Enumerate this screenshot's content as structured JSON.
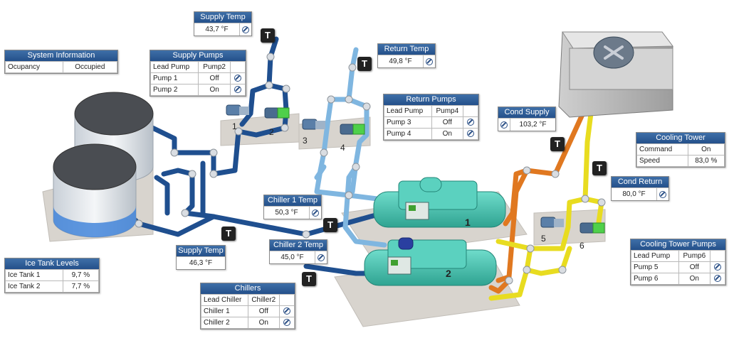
{
  "supply_temp_top": {
    "title": "Supply Temp",
    "value": "43,7 °F"
  },
  "return_temp": {
    "title": "Return Temp",
    "value": "49,8 °F"
  },
  "system_info": {
    "title": "System Information",
    "rows": [
      {
        "label": "Ocupancy",
        "value": "Occupied"
      }
    ]
  },
  "supply_pumps": {
    "title": "Supply Pumps",
    "lead_label": "Lead Pump",
    "lead_value": "Pump2",
    "rows": [
      {
        "label": "Pump 1",
        "value": "Off"
      },
      {
        "label": "Pump 2",
        "value": "On"
      }
    ]
  },
  "return_pumps": {
    "title": "Return Pumps",
    "lead_label": "Lead Pump",
    "lead_value": "Pump4",
    "rows": [
      {
        "label": "Pump 3",
        "value": "Off"
      },
      {
        "label": "Pump 4",
        "value": "On"
      }
    ]
  },
  "cond_supply": {
    "title": "Cond Supply",
    "value": "103,2 °F"
  },
  "cooling_tower": {
    "title": "Cooling Tower",
    "rows": [
      {
        "label": "Command",
        "value": "On"
      },
      {
        "label": "Speed",
        "value": "83,0 %"
      }
    ]
  },
  "cond_return": {
    "title": "Cond Return",
    "value": "80,0 °F"
  },
  "chiller1_temp": {
    "title": "Chiller 1 Temp",
    "value": "50,3 °F"
  },
  "chiller2_temp": {
    "title": "Chiller 2 Temp",
    "value": "45,0 °F"
  },
  "supply_temp_bottom": {
    "title": "Supply Temp",
    "value": "46,3 °F"
  },
  "ice_tank_levels": {
    "title": "Ice Tank Levels",
    "rows": [
      {
        "label": "Ice Tank 1",
        "value": "9,7 %"
      },
      {
        "label": "Ice Tank 2",
        "value": "7,7 %"
      }
    ]
  },
  "chillers": {
    "title": "Chillers",
    "lead_label": "Lead Chiller",
    "lead_value": "Chiller2",
    "rows": [
      {
        "label": "Chiller 1",
        "value": "Off"
      },
      {
        "label": "Chiller 2",
        "value": "On"
      }
    ]
  },
  "cooling_tower_pumps": {
    "title": "Cooling Tower Pumps",
    "lead_label": "Lead Pump",
    "lead_value": "Pump6",
    "rows": [
      {
        "label": "Pump 5",
        "value": "Off"
      },
      {
        "label": "Pump 6",
        "value": "On"
      }
    ]
  },
  "pump_numbers": [
    "1",
    "2",
    "3",
    "4",
    "5",
    "6"
  ],
  "chiller_numbers": [
    "1",
    "2"
  ],
  "sensor_badge": "T",
  "colors": {
    "supply_pipe": "#1f4f8f",
    "return_pipe": "#7fb6e0",
    "cond_supply_pipe": "#e07820",
    "cond_return_pipe": "#e8dc20",
    "chiller_body": "#45c2b0",
    "panel_header": "#2f5d99"
  },
  "icons": {
    "gauge": "gauge-icon",
    "sensor": "temperature-sensor-icon"
  }
}
